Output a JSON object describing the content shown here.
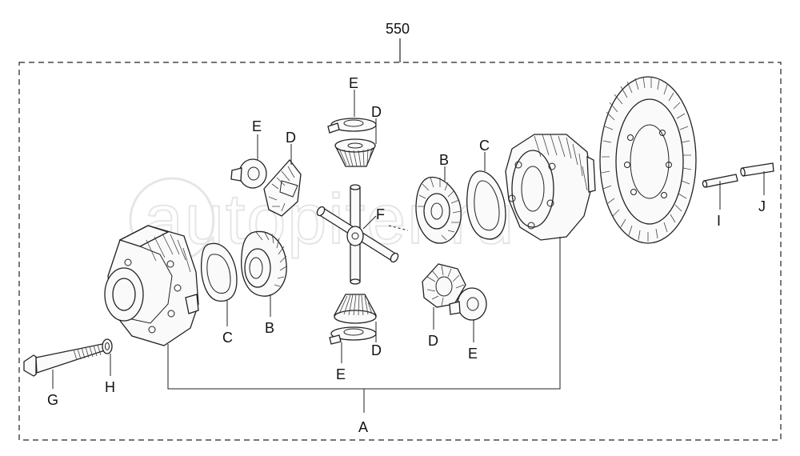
{
  "assembly_number": "550",
  "watermark": "autopiter.ru",
  "callouts": {
    "A": "A",
    "B_left": "B",
    "B_right": "B",
    "C_left": "C",
    "C_right": "C",
    "D_top": "D",
    "D_upper_left": "D",
    "D_bottom": "D",
    "D_lower_right": "D",
    "E_top": "E",
    "E_upper_left": "E",
    "E_bottom": "E",
    "E_lower_right": "E",
    "F": "F",
    "G": "G",
    "H": "H",
    "I": "I",
    "J": "J"
  }
}
